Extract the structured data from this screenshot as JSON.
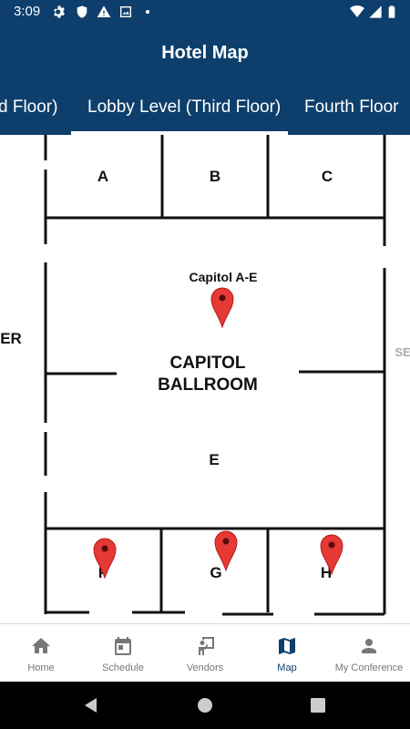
{
  "status_bar": {
    "time": "3:09",
    "left_icons": [
      "gear-icon",
      "shield-icon",
      "alert-icon",
      "image-off-icon",
      "dot-icon"
    ],
    "right_icons": [
      "wifi-icon",
      "signal-icon",
      "battery-icon"
    ]
  },
  "app_bar": {
    "title": "Hotel Map"
  },
  "tabs": [
    {
      "label": "d Floor)",
      "selected": false
    },
    {
      "label": "Lobby Level (Third Floor)",
      "selected": true
    },
    {
      "label": "Fourth Floor",
      "selected": false
    }
  ],
  "map": {
    "rooms_top": [
      "A",
      "B",
      "C"
    ],
    "ballroom_label_line1": "CAPITOL",
    "ballroom_label_line2": "BALLROOM",
    "room_e": "E",
    "rooms_bottom": [
      "F",
      "G",
      "H"
    ],
    "left_edge_text": "ER",
    "right_edge_text": "SE",
    "pin_label": "Capitol A-E",
    "pins": 4,
    "pin_color": "#e53935"
  },
  "bottom_nav": [
    {
      "label": "Home",
      "icon": "home-icon",
      "active": false
    },
    {
      "label": "Schedule",
      "icon": "calendar-icon",
      "active": false
    },
    {
      "label": "Vendors",
      "icon": "presenter-icon",
      "active": false
    },
    {
      "label": "Map",
      "icon": "map-icon",
      "active": true
    },
    {
      "label": "My Conference",
      "icon": "person-icon",
      "active": false
    }
  ],
  "colors": {
    "primary": "#0e3f6c",
    "inactive": "#777777"
  }
}
